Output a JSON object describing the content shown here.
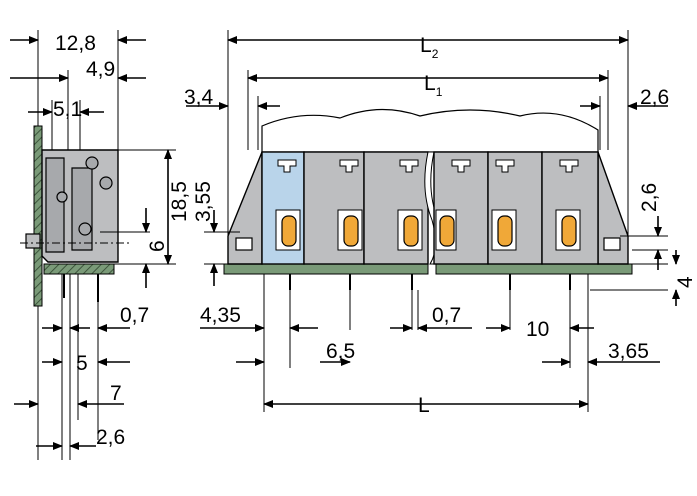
{
  "colors": {
    "housing": "#bdbec0",
    "housing_dark": "#a7a9ac",
    "first_pole": "#b9d4ea",
    "pcb": "#7a9a78",
    "actuator": "#f0a838",
    "line": "#000000"
  },
  "side_view": {
    "dim_12_8": "12,8",
    "dim_4_9": "4,9",
    "dim_5_1": "5,1",
    "dim_18_5": "18,5",
    "dim_6": "6",
    "dim_0_7": "0,7",
    "dim_5": "5",
    "dim_7": "7",
    "dim_2_6": "2,6"
  },
  "front_view": {
    "dim_L2": "L",
    "dim_L2_sub": "2",
    "dim_L1": "L",
    "dim_L1_sub": "1",
    "dim_3_4": "3,4",
    "dim_2_6_top": "2,6",
    "dim_3_55": "3,55",
    "dim_2_6_right": "2,6",
    "dim_4": "4",
    "dim_4_35": "4,35",
    "dim_0_7": "0,7",
    "dim_10": "10",
    "dim_6_5": "6,5",
    "dim_3_65": "3,65",
    "dim_L": "L"
  }
}
